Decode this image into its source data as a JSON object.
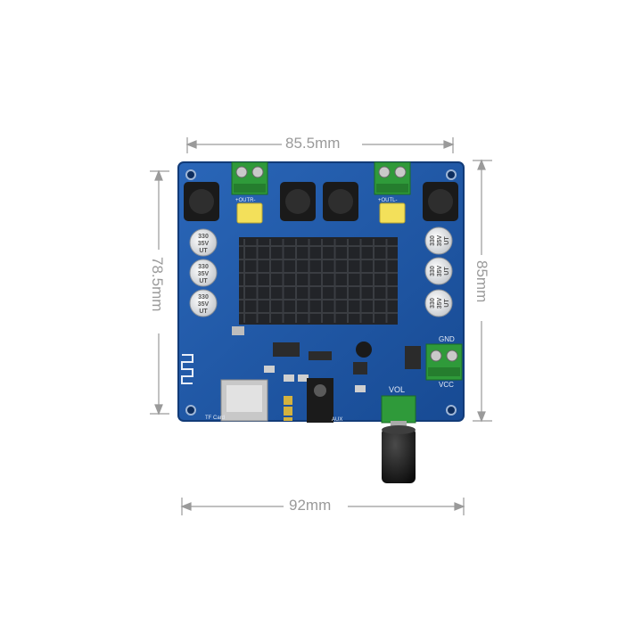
{
  "dimensions": {
    "top_width": "85.5mm",
    "bottom_width": "92mm",
    "left_height": "78.5mm",
    "right_height": "85mm"
  },
  "board": {
    "pcb_color": "#1f57a8",
    "heatsink_color": "#222428",
    "terminal_color": "#2f9a3a",
    "capacitor_label": [
      "330",
      "35V",
      "UT"
    ],
    "silk": {
      "out_r": "+OUTR-",
      "out_l": "+OUTL-",
      "gnd": "GND",
      "vcc": "VCC",
      "vol": "VOL",
      "tf_card": "TF Card",
      "aux": "AUX"
    }
  }
}
